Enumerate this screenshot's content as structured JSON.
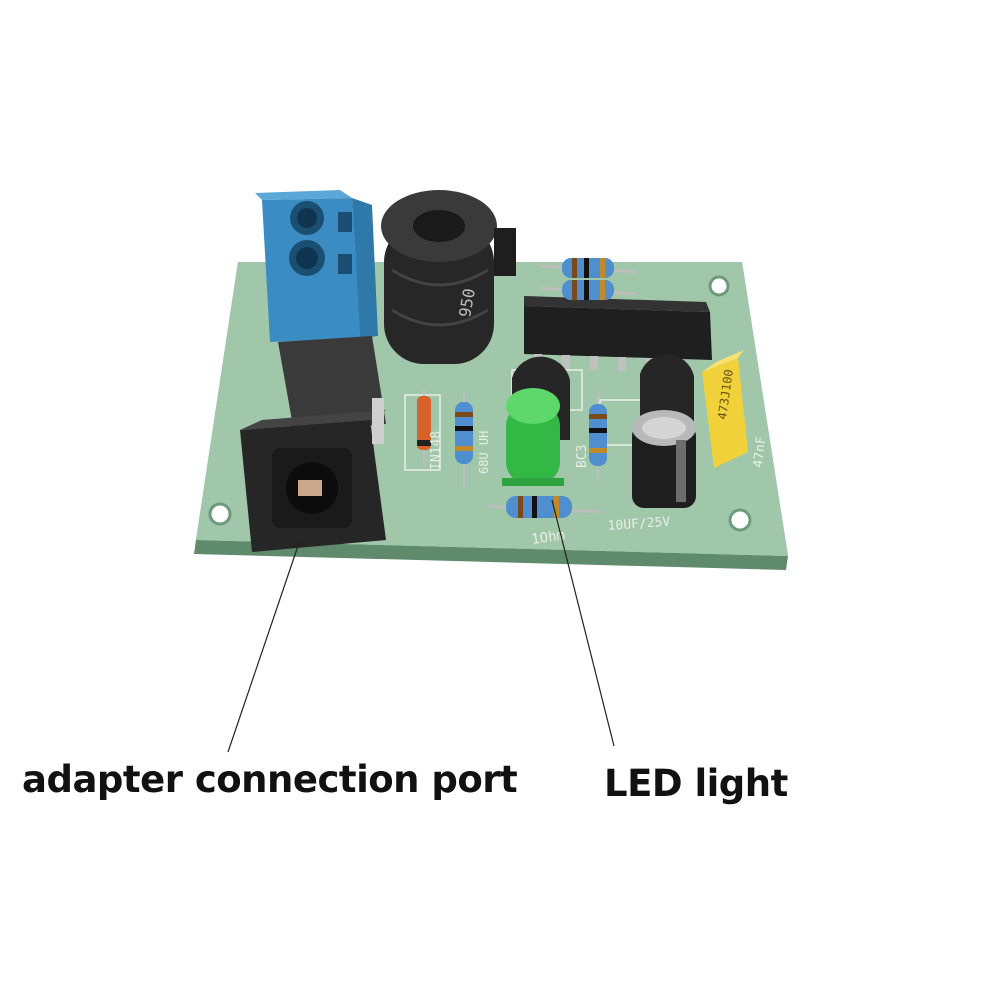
{
  "photo": {
    "subject": "green printed circuit board",
    "palette": {
      "background": "#ffffff",
      "board": "#9cc5a7",
      "board_edge": "#6e9a7c",
      "terminal_block": "#3f8fc4",
      "jack": "#2a2a2a",
      "inductor": "#2b2b2b",
      "led": "#39c24a",
      "capacitor_yellow": "#f1d23a",
      "leader_line": "#222222"
    }
  },
  "board_markings": {
    "inductor_code": "950",
    "diode_part": "IN148",
    "inductor_value": "68U UH",
    "transistor_code": "BC3",
    "resistor_value": "1Ohm",
    "electrolytic_value": "10UF/25V",
    "film_cap_code": "473J100",
    "film_cap_value": "47nF"
  },
  "callouts": {
    "adapter_port": "adapter connection port",
    "led_light": "LED light"
  }
}
